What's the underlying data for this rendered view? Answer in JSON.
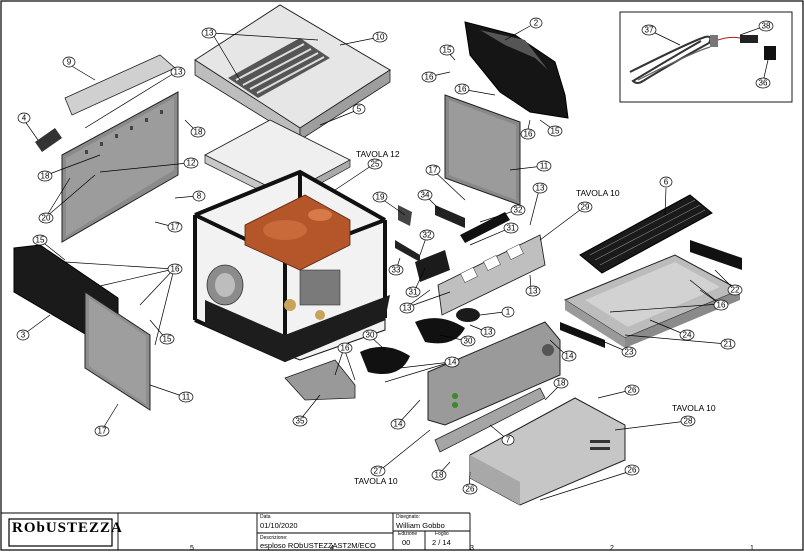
{
  "callouts": [
    {
      "id": "c1",
      "label": "1"
    },
    {
      "id": "c2",
      "label": "2"
    },
    {
      "id": "c3",
      "label": "3"
    },
    {
      "id": "c4",
      "label": "4"
    },
    {
      "id": "c5",
      "label": "5"
    },
    {
      "id": "c6",
      "label": "6"
    },
    {
      "id": "c7",
      "label": "7"
    },
    {
      "id": "c8",
      "label": "8"
    },
    {
      "id": "c9",
      "label": "9"
    },
    {
      "id": "c10",
      "label": "10"
    },
    {
      "id": "c11a",
      "label": "11"
    },
    {
      "id": "c11b",
      "label": "11"
    },
    {
      "id": "c12",
      "label": "12"
    },
    {
      "id": "c13a",
      "label": "13"
    },
    {
      "id": "c13b",
      "label": "13"
    },
    {
      "id": "c13c",
      "label": "13"
    },
    {
      "id": "c13d",
      "label": "13"
    },
    {
      "id": "c13e",
      "label": "13"
    },
    {
      "id": "c13f",
      "label": "13"
    },
    {
      "id": "c14a",
      "label": "14"
    },
    {
      "id": "c14b",
      "label": "14"
    },
    {
      "id": "c14c",
      "label": "14"
    },
    {
      "id": "c15a",
      "label": "15"
    },
    {
      "id": "c15b",
      "label": "15"
    },
    {
      "id": "c15c",
      "label": "15"
    },
    {
      "id": "c15d",
      "label": "15"
    },
    {
      "id": "c16a",
      "label": "16"
    },
    {
      "id": "c16b",
      "label": "16"
    },
    {
      "id": "c16c",
      "label": "16"
    },
    {
      "id": "c16d",
      "label": "16"
    },
    {
      "id": "c16e",
      "label": "16"
    },
    {
      "id": "c16f",
      "label": "16"
    },
    {
      "id": "c17a",
      "label": "17"
    },
    {
      "id": "c17b",
      "label": "17"
    },
    {
      "id": "c17c",
      "label": "17"
    },
    {
      "id": "c18a",
      "label": "18"
    },
    {
      "id": "c18b",
      "label": "18"
    },
    {
      "id": "c18c",
      "label": "18"
    },
    {
      "id": "c18d",
      "label": "18"
    },
    {
      "id": "c19",
      "label": "19"
    },
    {
      "id": "c20",
      "label": "20"
    },
    {
      "id": "c21",
      "label": "21"
    },
    {
      "id": "c22",
      "label": "22"
    },
    {
      "id": "c23",
      "label": "23"
    },
    {
      "id": "c24",
      "label": "24"
    },
    {
      "id": "c25",
      "label": "25"
    },
    {
      "id": "c26a",
      "label": "26"
    },
    {
      "id": "c26b",
      "label": "26"
    },
    {
      "id": "c26c",
      "label": "26"
    },
    {
      "id": "c27",
      "label": "27"
    },
    {
      "id": "c28",
      "label": "28"
    },
    {
      "id": "c29",
      "label": "29"
    },
    {
      "id": "c30a",
      "label": "30"
    },
    {
      "id": "c30b",
      "label": "30"
    },
    {
      "id": "c31a",
      "label": "31"
    },
    {
      "id": "c31b",
      "label": "31"
    },
    {
      "id": "c32a",
      "label": "32"
    },
    {
      "id": "c32b",
      "label": "32"
    },
    {
      "id": "c33",
      "label": "33"
    },
    {
      "id": "c34",
      "label": "34"
    },
    {
      "id": "c35",
      "label": "35"
    },
    {
      "id": "c36",
      "label": "36"
    },
    {
      "id": "c37",
      "label": "37"
    },
    {
      "id": "c38",
      "label": "38"
    }
  ],
  "references": [
    {
      "id": "ref-tavola-12",
      "text": "TAVOLA 12"
    },
    {
      "id": "ref-tavola-10-a",
      "text": "TAVOLA 10"
    },
    {
      "id": "ref-tavola-10-b",
      "text": "TAVOLA 10"
    },
    {
      "id": "ref-tavola-10-c",
      "text": "TAVOLA 10"
    }
  ],
  "title_block": {
    "logo": "RObUSTEZZA",
    "date_label": "Data",
    "date_value": "01/10/2020",
    "description_label": "Descrizione:",
    "description_value": "esploso RObUSTEZZAST2M/ECO",
    "drawn_by_label": "Disegnato:",
    "drawn_by_value": "William Gobbo",
    "edition_label": "Edizione",
    "edition_value": "00",
    "sheet_label": "Foglio",
    "sheet_value": "2 / 14"
  },
  "edge_numbers": [
    "5",
    "4",
    "3",
    "2",
    "1"
  ]
}
